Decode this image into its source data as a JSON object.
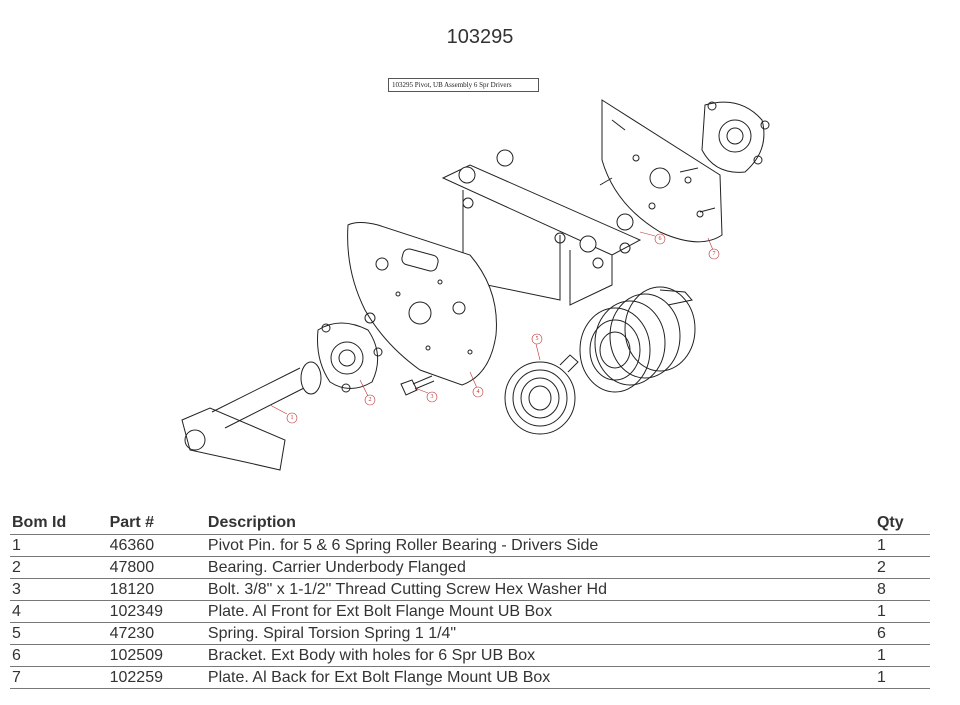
{
  "page": {
    "title": "103295"
  },
  "diagram": {
    "caption": "103295 Pivot, UB Assembly 6 Spr Drivers",
    "callouts": [
      "1",
      "2",
      "3",
      "4",
      "5",
      "6",
      "7"
    ]
  },
  "table": {
    "headers": {
      "bom_id": "Bom Id",
      "part": "Part #",
      "description": "Description",
      "qty": "Qty"
    },
    "rows": [
      {
        "bom_id": "1",
        "part": "46360",
        "description": "Pivot Pin. for 5 & 6 Spring Roller Bearing - Drivers Side",
        "qty": "1"
      },
      {
        "bom_id": "2",
        "part": "47800",
        "description": "Bearing. Carrier Underbody Flanged",
        "qty": "2"
      },
      {
        "bom_id": "3",
        "part": "18120",
        "description": "Bolt. 3/8\" x 1-1/2\" Thread Cutting Screw Hex Washer Hd",
        "qty": "8"
      },
      {
        "bom_id": "4",
        "part": "102349",
        "description": "Plate. Al Front for Ext Bolt Flange Mount UB Box",
        "qty": "1"
      },
      {
        "bom_id": "5",
        "part": "47230",
        "description": "Spring. Spiral Torsion Spring 1 1/4\"",
        "qty": "6"
      },
      {
        "bom_id": "6",
        "part": "102509",
        "description": "Bracket. Ext Body with holes for 6 Spr UB Box",
        "qty": "1"
      },
      {
        "bom_id": "7",
        "part": "102259",
        "description": "Plate. Al Back for Ext Bolt Flange Mount UB Box",
        "qty": "1"
      }
    ]
  }
}
